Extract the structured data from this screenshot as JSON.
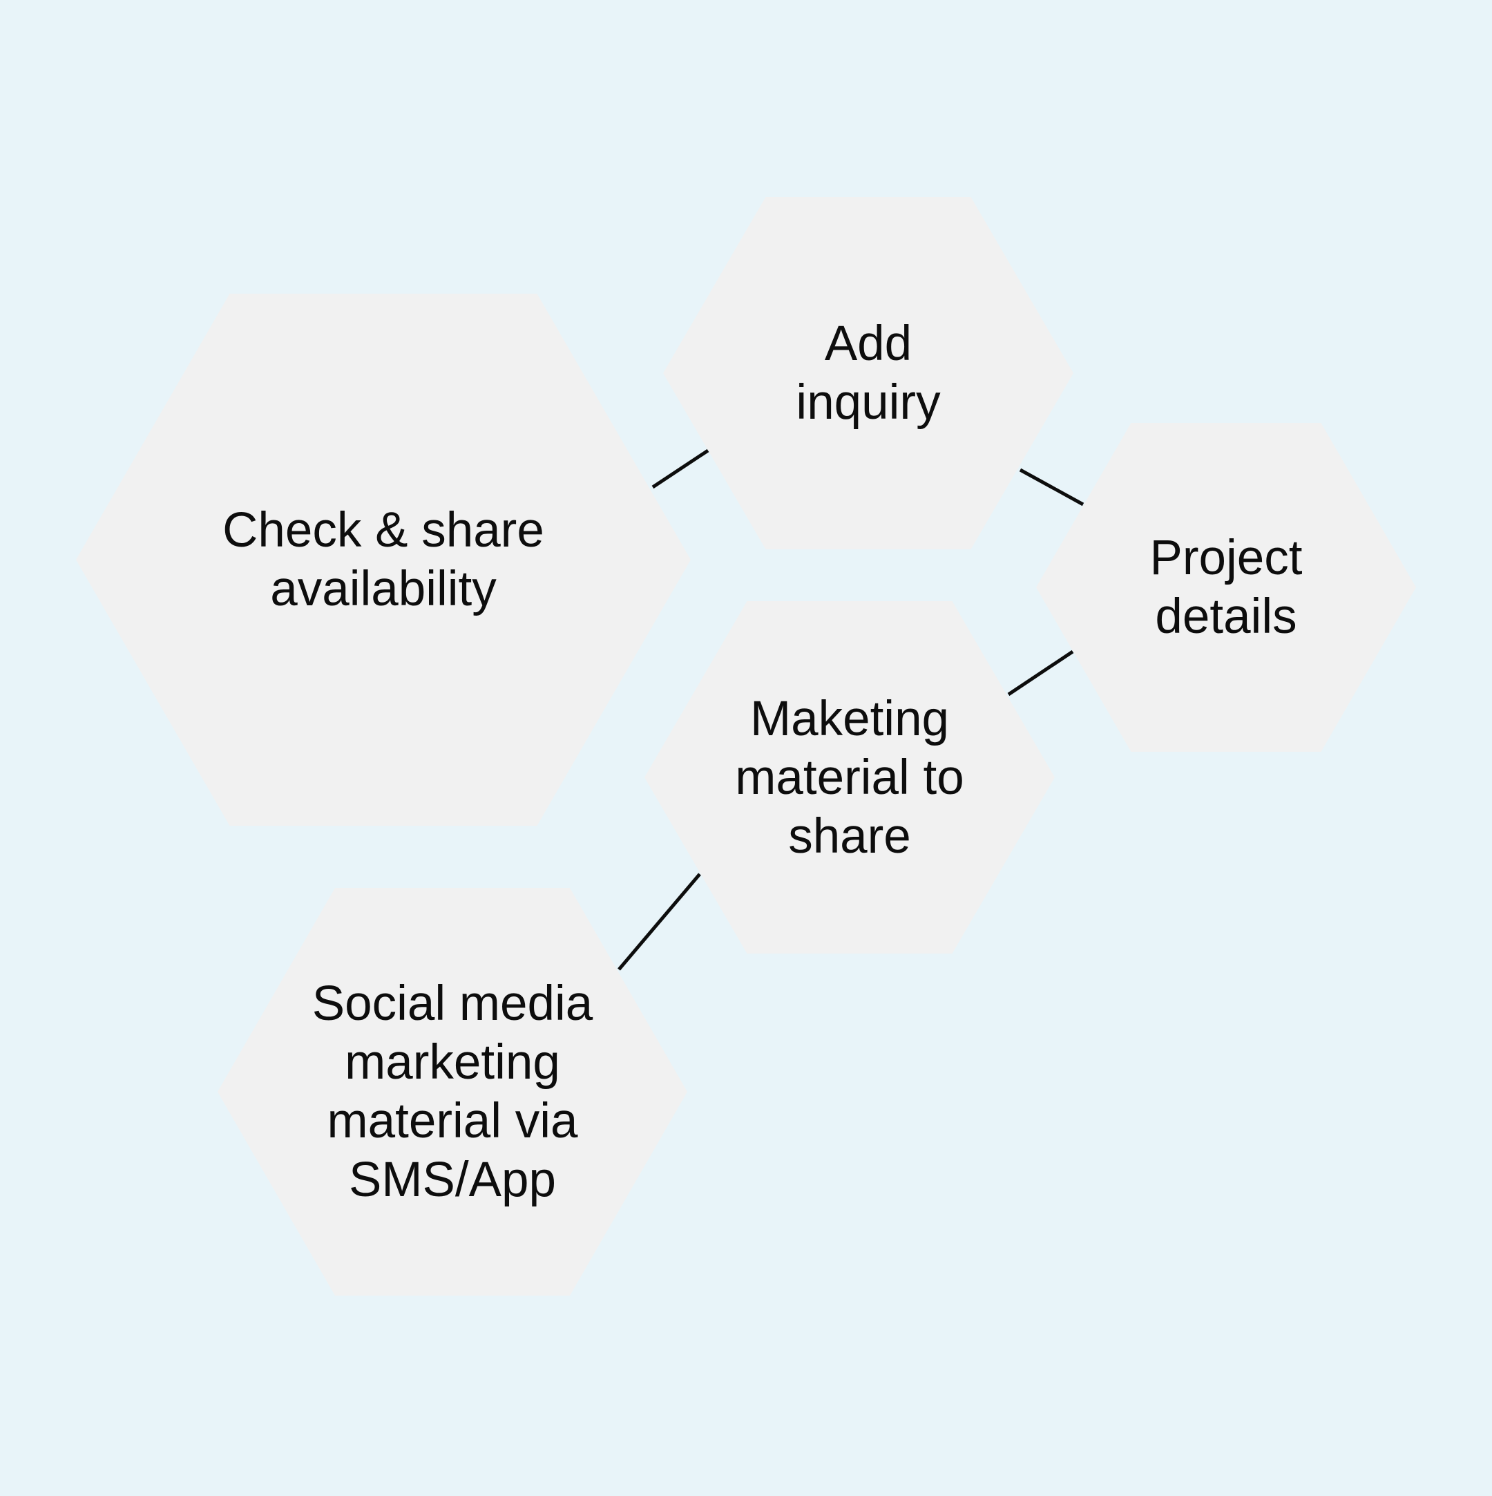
{
  "diagram": {
    "background": "#e8f4f9",
    "hex_fill": "#f1f1f1",
    "connector_color": "#0d0d0d",
    "nodes": [
      {
        "id": "check",
        "lines": [
          "Check & share",
          "availability"
        ]
      },
      {
        "id": "add",
        "lines": [
          "Add",
          "inquiry"
        ]
      },
      {
        "id": "project",
        "lines": [
          "Project",
          "details"
        ]
      },
      {
        "id": "maketing",
        "lines": [
          "Maketing",
          "material to",
          "share"
        ]
      },
      {
        "id": "social",
        "lines": [
          "Social media",
          "marketing",
          "material via",
          "SMS/App"
        ]
      }
    ],
    "edges": [
      {
        "from": "check",
        "to": "add"
      },
      {
        "from": "add",
        "to": "project"
      },
      {
        "from": "project",
        "to": "maketing"
      },
      {
        "from": "maketing",
        "to": "social"
      }
    ]
  }
}
